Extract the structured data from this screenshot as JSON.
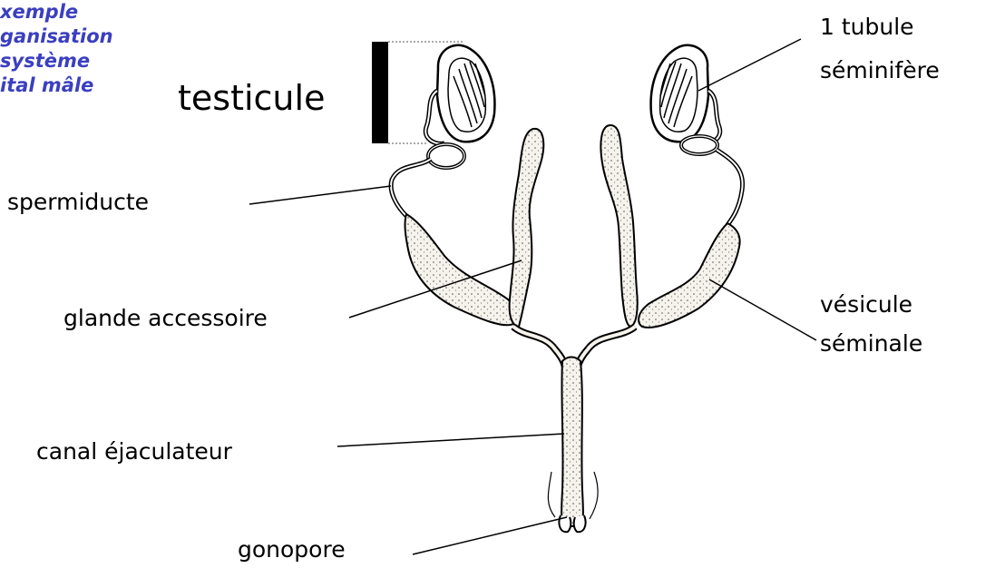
{
  "title_lines": [
    "xemple",
    "ganisation",
    "système",
    "ital mâle"
  ],
  "labels": {
    "testicule": "testicule",
    "tubule_line1": "1 tubule",
    "tubule_line2": "séminifère",
    "spermiducte": "spermiducte",
    "glande": "glande accessoire",
    "vesicule_line1": "vésicule",
    "vesicule_line2": "séminale",
    "canal": "canal éjaculateur",
    "gonopore": "gonopore"
  },
  "colors": {
    "title": "#3b3fbf",
    "ink": "#000000"
  }
}
